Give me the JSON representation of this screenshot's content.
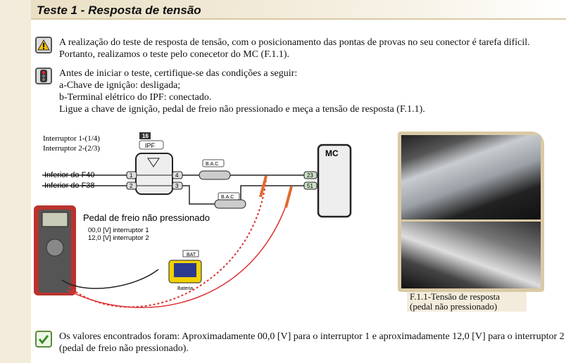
{
  "header": {
    "title": "Teste 1 - Resposta de tensão"
  },
  "notes": [
    {
      "icon": "warning-icon",
      "text": "A realização do teste de resposta de tensão, com o posicionamento das pontas de provas no seu conector é tarefa difícil. Portanto, realizamos o teste pelo conecetor do MC (F.1.1)."
    },
    {
      "icon": "traffic-light-icon",
      "lines": [
        "Antes de iniciar o teste, certifique-se das condições a seguir:",
        "a-Chave de ignição: desligada;",
        "b-Terminal elétrico do IPF: conectado.",
        "Ligue a chave de ignição, pedal de freio não pressionado  e meça a tensão de resposta (F.1.1)."
      ]
    }
  ],
  "diagram": {
    "switch_labels": [
      "Interruptor 1-(1/4)",
      "Interruptor 2-(2/3)"
    ],
    "component_number": "16",
    "component": "IPF",
    "module": "MC",
    "inputs": [
      "Inferior do F40",
      "Inferior do F38"
    ],
    "pins_left": [
      "1",
      "2"
    ],
    "pins_right": [
      "4",
      "3"
    ],
    "mc_pins": [
      "23",
      "51"
    ],
    "connector": "B.A.C",
    "meter_title": "Pedal de freio não pressionado",
    "readings": [
      "00,0 [V] interruptor 1",
      "12,0 [V] interruptor 2"
    ],
    "battery_tag": "BAT",
    "battery_label": "Bateria"
  },
  "photo_caption": [
    "F.1.1-Tensão de resposta",
    "(pedal não pressionado)"
  ],
  "result": {
    "icon": "check-icon",
    "text": "Os valores encontrados foram: Aproximadamente 00,0 [V] para o interruptor 1 e  aproximadamente 12,0 [V] para o interruptor 2 (pedal de freio não pressionado)."
  }
}
